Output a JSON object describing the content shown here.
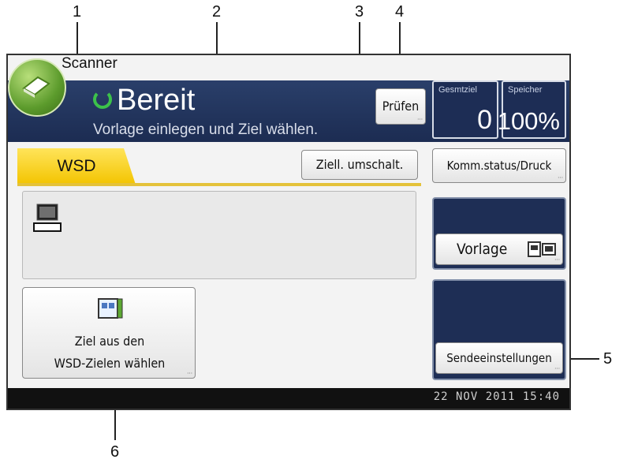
{
  "callouts": [
    "1",
    "2",
    "3",
    "4",
    "5",
    "6"
  ],
  "app": {
    "title": "Scanner",
    "status": "Bereit",
    "instruction": "Vorlage einlegen und Ziel wählen."
  },
  "header": {
    "check_button": "Prüfen",
    "total_dest_label": "Gesmtziel",
    "total_dest_value": "0",
    "memory_label": "Speicher",
    "memory_value": "100%"
  },
  "tabs": [
    {
      "label": "WSD",
      "selected": true
    }
  ],
  "buttons": {
    "switch_dest": "Ziell. umschalt.",
    "comm_status": "Komm.status/Druck",
    "original": "Vorlage",
    "send_settings": "Sendeeinstellungen",
    "select_wsd_line1": "Ziel aus den",
    "select_wsd_line2": "WSD-Zielen wählen"
  },
  "footer": {
    "datetime": "22 NOV  2011 15:40"
  },
  "colors": {
    "status_bar": "#1c2c52",
    "tab": "#f3c400",
    "ready_icon": "#3cc24a"
  }
}
